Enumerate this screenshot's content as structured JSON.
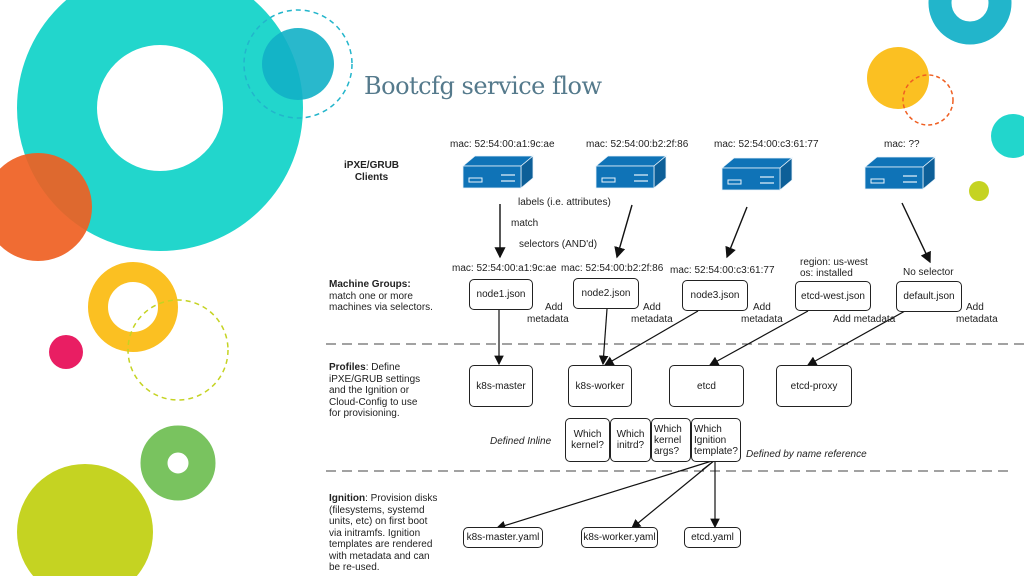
{
  "title": "Bootcfg  service flow",
  "colors": {
    "title": "#557a8c",
    "teal": "#22d6cc",
    "blue": "#22b5cb",
    "orange": "#ef5f22",
    "yellow": "#fbc022",
    "pink": "#e91e63",
    "lime": "#c5d322",
    "green": "#79c35f",
    "server": "#0f73b7"
  },
  "sections": {
    "clients": {
      "heading": "iPXE/GRUB",
      "heading2": "Clients"
    },
    "groups": {
      "heading": "Machine Groups:",
      "line1": "match one or more",
      "line2": "machines via selectors."
    },
    "profiles": {
      "heading": "Profiles",
      "lines": [
        ": Define",
        "iPXE/GRUB settings",
        "and the Ignition or",
        "Cloud-Config to use",
        "for provisioning."
      ]
    },
    "ignition": {
      "heading": "Ignition",
      "lines": [
        ": Provision disks",
        "(filesystems, systemd",
        "units, etc) on first boot",
        "via initramfs. Ignition",
        "templates are rendered",
        "with metadata and can",
        "be re-used."
      ]
    }
  },
  "clients": [
    {
      "mac": "mac: 52:54:00:a1:9c:ae",
      "icon": "server-icon"
    },
    {
      "mac": "mac: 52:54:00:b2:2f:86",
      "icon": "server-icon"
    },
    {
      "mac": "mac: 52:54:00:c3:61:77",
      "icon": "server-icon"
    },
    {
      "mac": "mac: ??",
      "icon": "server-icon"
    }
  ],
  "match_labels": {
    "labels": "labels (i.e. attributes)",
    "match": "match",
    "selectors": "selectors (AND'd)"
  },
  "groups": [
    {
      "selector": "mac: 52:54:00:a1:9c:ae",
      "name": "node1.json",
      "meta": [
        "Add",
        "metadata"
      ]
    },
    {
      "selector": "mac: 52:54:00:b2:2f:86",
      "name": "node2.json",
      "meta": [
        "Add",
        "metadata"
      ]
    },
    {
      "selector": "mac: 52:54:00:c3:61:77",
      "name": "node3.json",
      "meta": [
        "Add",
        "metadata"
      ]
    },
    {
      "selector1": "region: us-west",
      "selector2": "os: installed",
      "name": "etcd-west.json",
      "meta": [
        "Add metadata"
      ]
    },
    {
      "selector": "No selector",
      "name": "default.json",
      "meta": [
        "Add",
        "metadata"
      ]
    }
  ],
  "profiles": [
    "k8s-master",
    "k8s-worker",
    "etcd",
    "etcd-proxy"
  ],
  "profile_fields": {
    "inline_label": "Defined Inline",
    "reference_label": "Defined by name reference",
    "fields": [
      [
        "Which",
        "kernel?"
      ],
      [
        "Which",
        "initrd?"
      ],
      [
        "Which",
        "kernel",
        "args?"
      ],
      [
        "Which",
        "Ignition",
        "template?"
      ]
    ]
  },
  "templates": [
    "k8s-master.yaml",
    "k8s-worker.yaml",
    "etcd.yaml"
  ]
}
